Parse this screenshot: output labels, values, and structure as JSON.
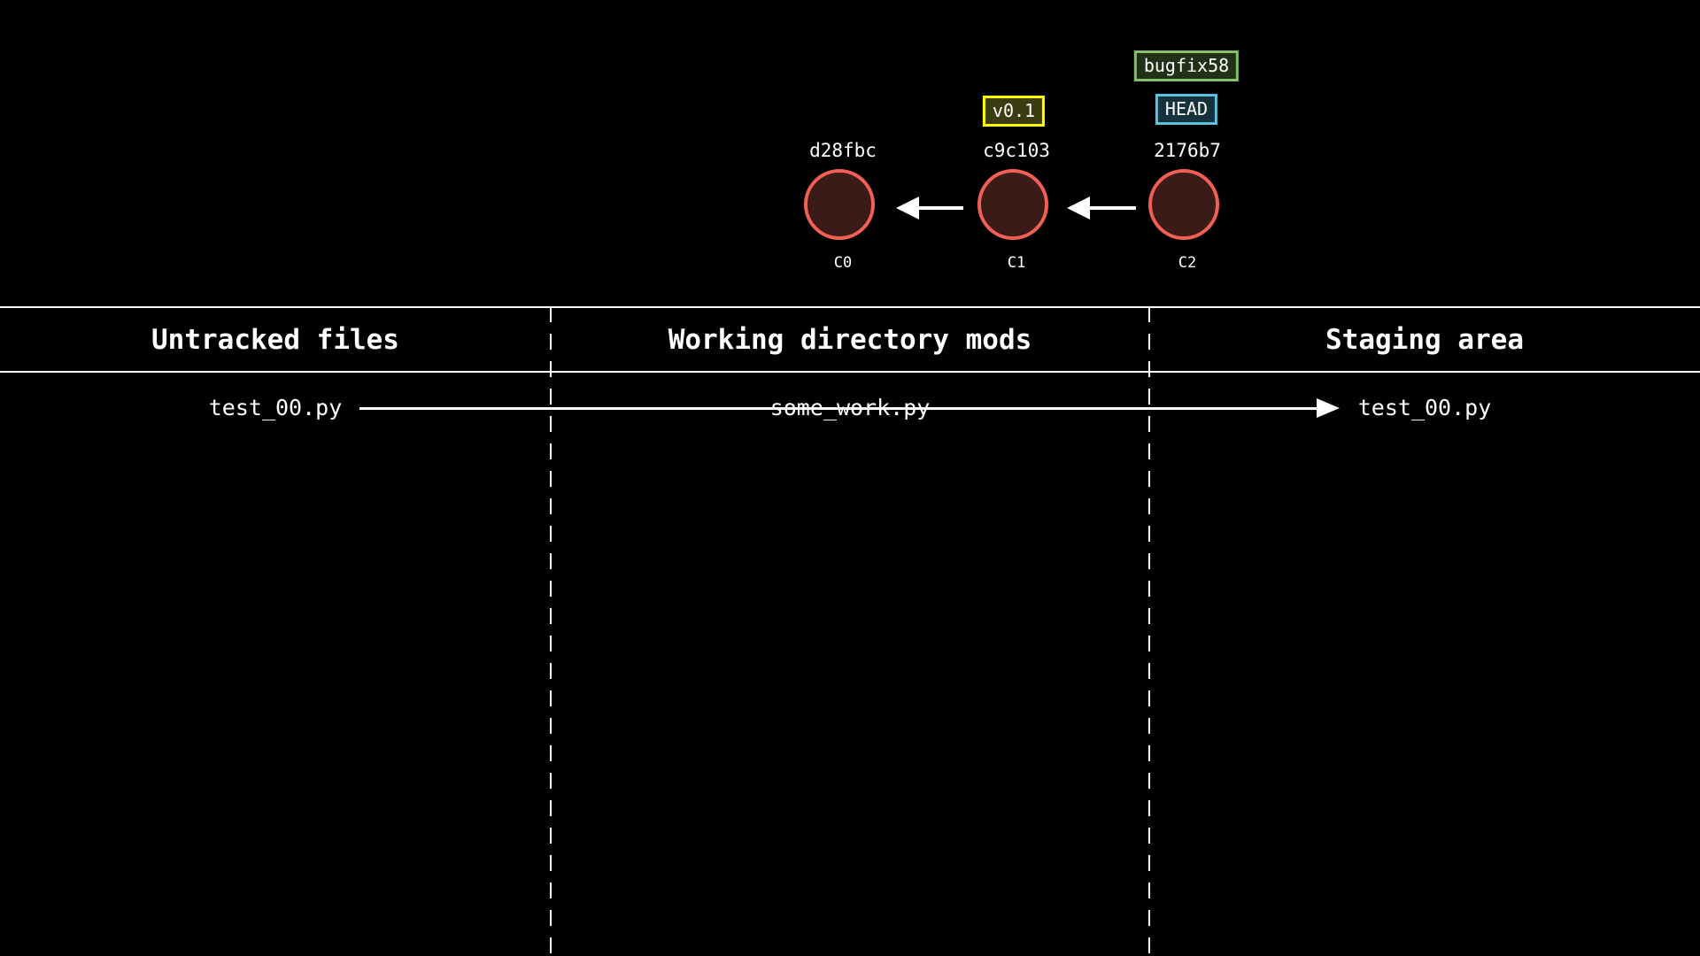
{
  "colors": {
    "background": "#000000",
    "commit_stroke": "#f25f55",
    "commit_fill": "#3b1b17",
    "tag_border": "#ffff00",
    "tag_fill": "#3c3c12",
    "branch_border": "#83c167",
    "branch_fill": "#223018",
    "head_border": "#58c4dd",
    "head_fill": "#16323c",
    "line": "#ffffff",
    "text": "#ffffff"
  },
  "graph": {
    "commits": [
      {
        "hash": "d28fbc",
        "label": "C0",
        "badges": []
      },
      {
        "hash": "c9c103",
        "label": "C1",
        "badges": [
          "v0.1"
        ]
      },
      {
        "hash": "2176b7",
        "label": "C2",
        "badges": [
          "bugfix58",
          "HEAD"
        ]
      }
    ]
  },
  "table": {
    "columns": [
      {
        "header": "Untracked files",
        "files": [
          "test_00.py"
        ]
      },
      {
        "header": "Working directory mods",
        "files": [
          "some_work.py"
        ]
      },
      {
        "header": "Staging area",
        "files": [
          "test_00.py"
        ]
      }
    ]
  }
}
